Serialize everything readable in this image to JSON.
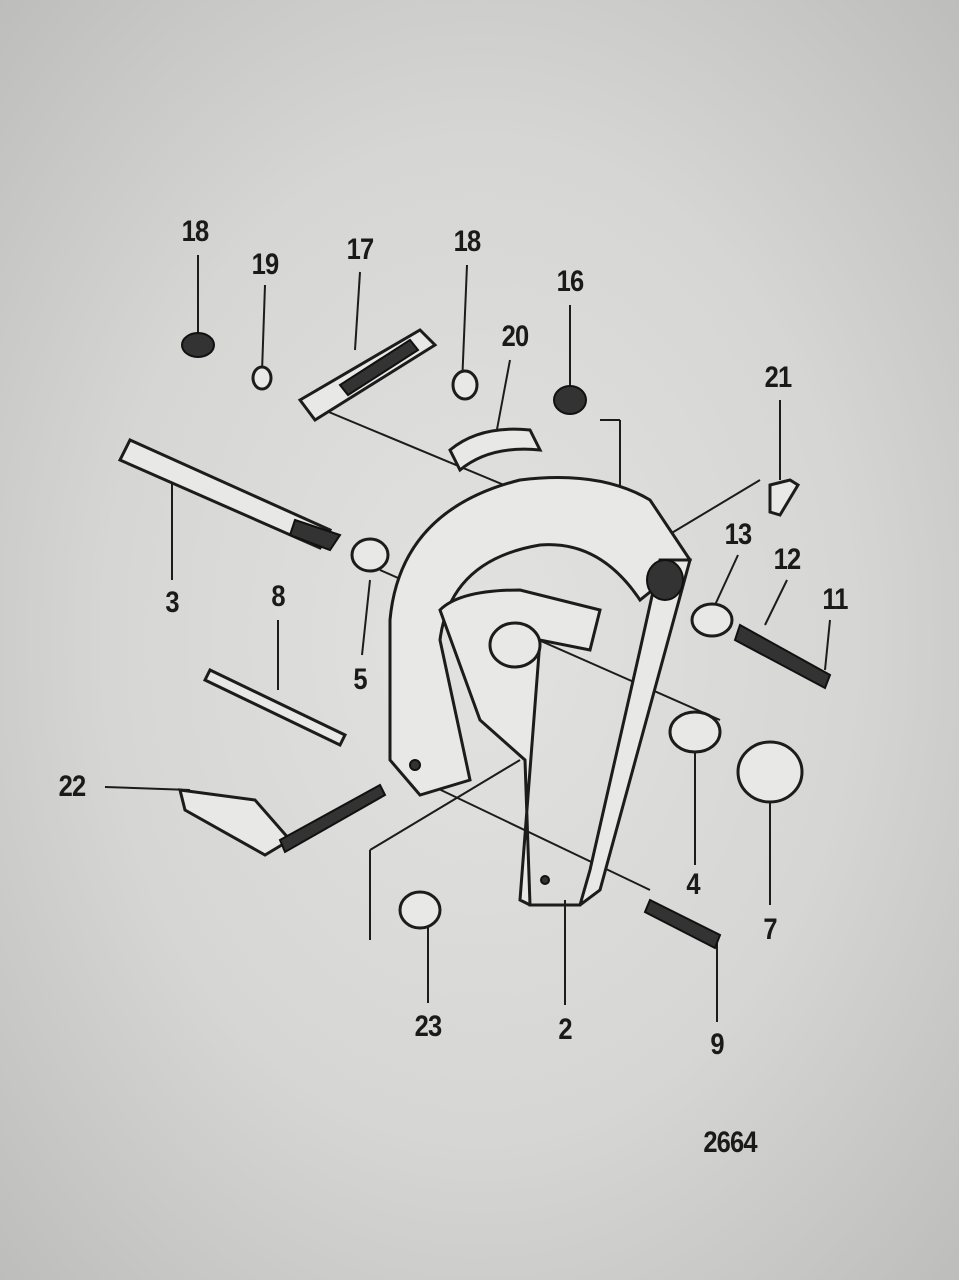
{
  "diagram": {
    "figure_number": "2664",
    "callouts": [
      "18",
      "19",
      "17",
      "18",
      "20",
      "16",
      "21",
      "13",
      "12",
      "11",
      "3",
      "8",
      "5",
      "22",
      "4",
      "7",
      "23",
      "2",
      "9"
    ]
  }
}
